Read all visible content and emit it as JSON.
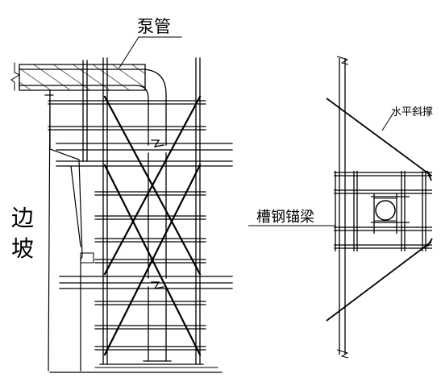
{
  "labels": {
    "pump_pipe": "泵管",
    "slope_char1": "边",
    "slope_char2": "坡",
    "horizontal_brace": "水平斜撑",
    "channel_anchor_beam": "槽钢锚梁"
  }
}
